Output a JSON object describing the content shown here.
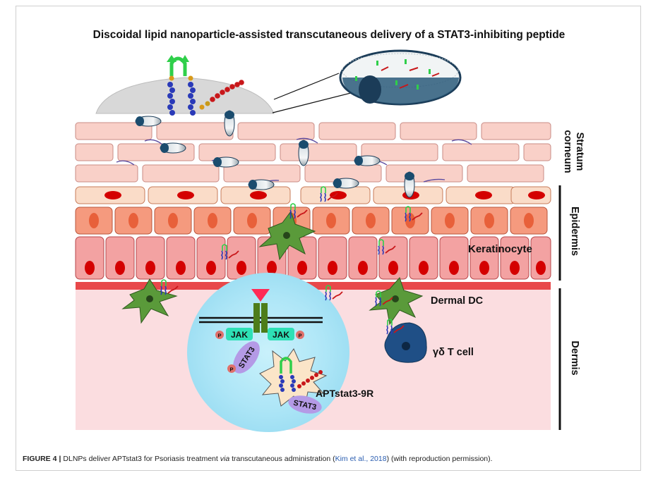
{
  "title": "Discoidal lipid nanoparticle-assisted transcutaneous delivery of a STAT3-inhibiting peptide",
  "layers": {
    "stratum_corneum_line1": "Stratum",
    "stratum_corneum_line2": "corneum",
    "epidermis": "Epidermis",
    "dermis": "Dermis"
  },
  "labels": {
    "keratinocyte": "Keratinocyte",
    "dermal_dc": "Dermal DC",
    "gd_t_cell": "γδ T cell",
    "jak_left": "JAK",
    "jak_right": "JAK",
    "stat3_a": "STAT3",
    "stat3_b": "STAT3",
    "phospho": "P",
    "aptstat3": "APTstat3-9R"
  },
  "caption": {
    "figure": "FIGURE 4",
    "separator": "|",
    "text_a": "DLNPs deliver APTstat3 for Psoriasis treatment ",
    "text_via": "via",
    "text_b": " transcutaneous administration (",
    "citation": "Kim et al., 2018",
    "text_c": ") (with reproduction permission)."
  },
  "colors": {
    "corneum_cell": "#f9d0c8",
    "granular_cell": "#fadcc8",
    "spinous_cell": "#f59a7e",
    "basal_cell": "#f3a2a2",
    "nucleus": "#d40000",
    "dermis_bg": "#fbdde0",
    "basement": "#e8484a",
    "dc_cell": "#5a9a3a",
    "t_cell": "#1f4f86",
    "jak": "#2ee0b5",
    "stat3": "#b49ae6",
    "glow": "#aee6f7"
  }
}
